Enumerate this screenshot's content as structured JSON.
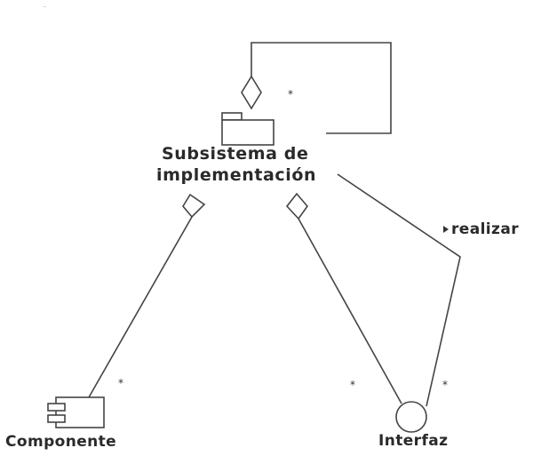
{
  "diagram": {
    "subsystem": {
      "line1": "Subsistema de",
      "line2": "implementación"
    },
    "component": {
      "label": "Componente"
    },
    "interface": {
      "label": "Interfaz"
    },
    "realize": {
      "label": "realizar"
    },
    "multiplicity": {
      "self": "*",
      "component": "*",
      "interface_aggregation": "*",
      "interface_realize": "*"
    }
  },
  "colors": {
    "line": "#444444",
    "text": "#2a2a2a",
    "background": "#ffffff"
  }
}
